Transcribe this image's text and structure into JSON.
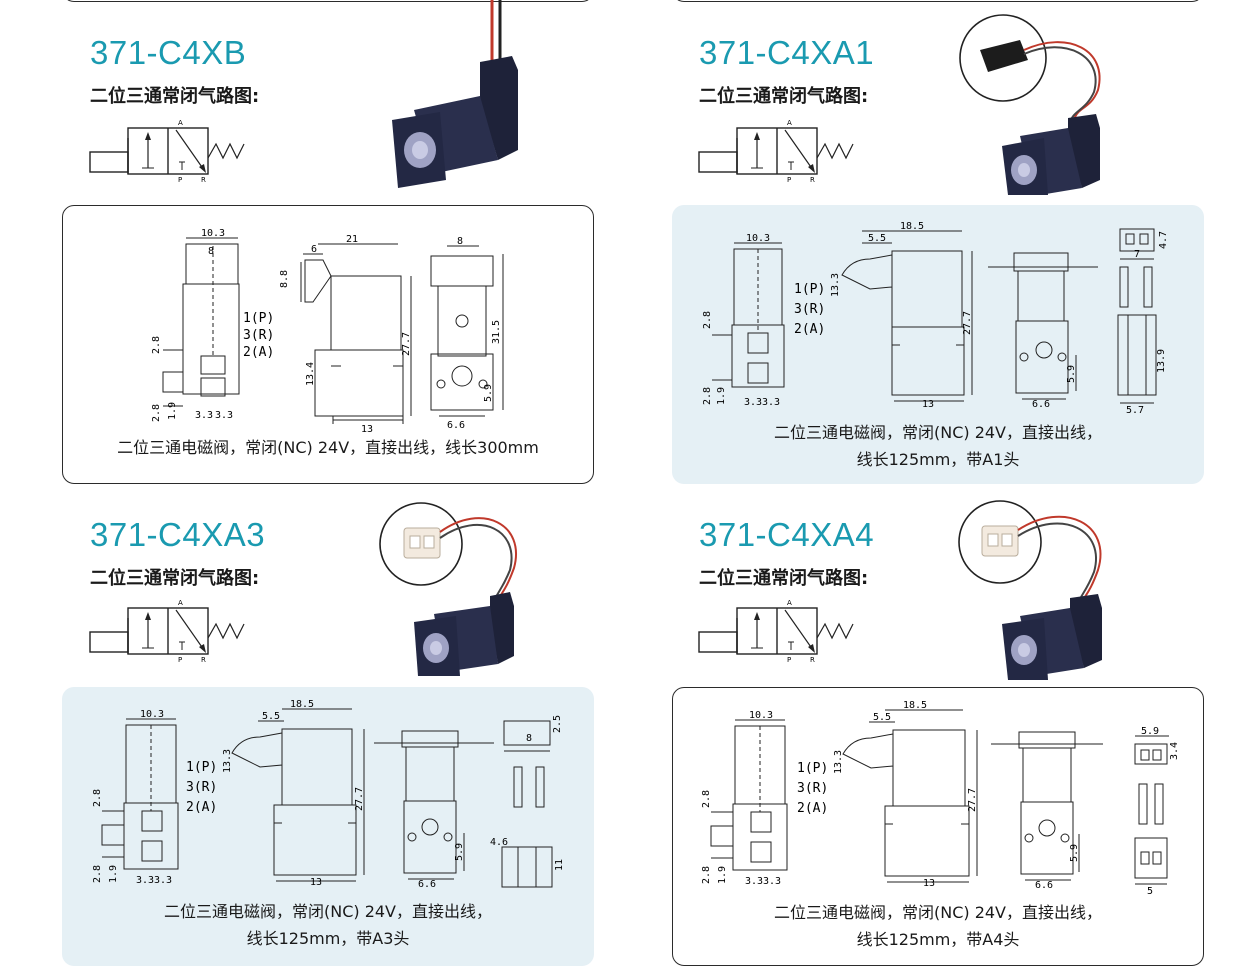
{
  "products": [
    {
      "model": "371-C4XB",
      "circuit_label": "二位三通常闭气路图:",
      "caption_lines": [
        "二位三通电磁阀，常闭(NC) 24V，直接出线，线长300mm"
      ],
      "dims": {
        "w1": "10.3",
        "w2": "8",
        "side_top": "21",
        "side_small": "6",
        "side_h": "8.8",
        "h27": "27.7",
        "h13": "13.4",
        "bot13": "13",
        "left28": "2.8",
        "left28b": "2.8",
        "left19": "1.9",
        "b33": "3.3",
        "b33b": "3.3",
        "right_w": "8",
        "right_h": "31.5",
        "right_b": "6.6",
        "right_s": "5.9"
      },
      "pins": [
        "1(P)",
        "3(R)",
        "2(A)"
      ],
      "circuit_ports": {
        "a": "A",
        "p": "P",
        "r": "R"
      }
    },
    {
      "model": "371-C4XA1",
      "circuit_label": "二位三通常闭气路图:",
      "caption_lines": [
        "二位三通电磁阀，常闭(NC) 24V，直接出线，",
        "线长125mm，带A1头"
      ],
      "dims": {
        "w1": "10.3",
        "top": "18.5",
        "small": "5.5",
        "h133": "13.3",
        "h27": "27.7",
        "bot13": "13",
        "left28": "2.8",
        "left28b": "2.8",
        "left19": "1.9",
        "b33": "3.3",
        "b33b": "3.3",
        "r66": "6.6",
        "r59": "5.9",
        "c7": "7",
        "c47": "4.7",
        "c139": "13.9",
        "c57": "5.7"
      },
      "pins": [
        "1(P)",
        "3(R)",
        "2(A)"
      ],
      "circuit_ports": {
        "a": "A",
        "p": "P",
        "r": "R"
      }
    },
    {
      "model": "371-C4XA3",
      "circuit_label": "二位三通常闭气路图:",
      "caption_lines": [
        "二位三通电磁阀，常闭(NC) 24V，直接出线，",
        "线长125mm，带A3头"
      ],
      "dims": {
        "w1": "10.3",
        "top": "18.5",
        "small": "5.5",
        "h133": "13.3",
        "h27": "27.7",
        "bot13": "13",
        "left28": "2.8",
        "left28b": "2.8",
        "left19": "1.9",
        "b33": "3.3",
        "b33b": "3.3",
        "r66": "6.6",
        "r59": "5.9",
        "c8": "8",
        "c25": "2.5",
        "c46": "4.6",
        "c11": "11"
      },
      "pins": [
        "1(P)",
        "3(R)",
        "2(A)"
      ],
      "circuit_ports": {
        "a": "A",
        "p": "P",
        "r": "R"
      }
    },
    {
      "model": "371-C4XA4",
      "circuit_label": "二位三通常闭气路图:",
      "caption_lines": [
        "二位三通电磁阀，常闭(NC) 24V，直接出线，",
        "线长125mm，带A4头"
      ],
      "dims": {
        "w1": "10.3",
        "top": "18.5",
        "small": "5.5",
        "h133": "13.3",
        "h27": "27.7",
        "bot13": "13",
        "left28": "2.8",
        "left28b": "2.8",
        "left19": "1.9",
        "b33": "3.3",
        "b33b": "3.3",
        "r66": "6.6",
        "r59": "5.9",
        "c59": "5.9",
        "c34": "3.4",
        "c5": "5"
      },
      "pins": [
        "1(P)",
        "3(R)",
        "2(A)"
      ],
      "circuit_ports": {
        "a": "A",
        "p": "P",
        "r": "R"
      }
    }
  ]
}
